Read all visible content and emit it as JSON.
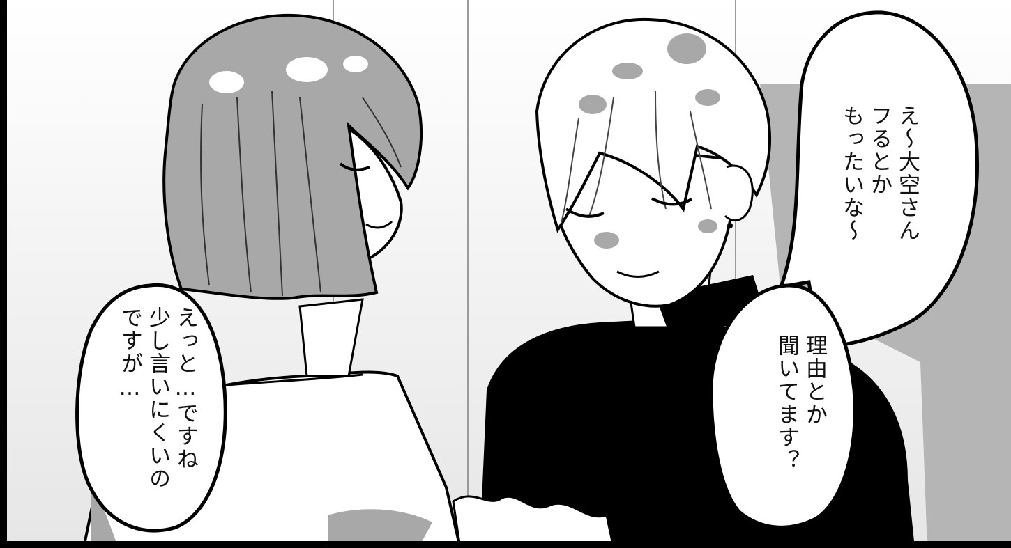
{
  "speech": {
    "right_top": [
      "え～大空さん",
      "フるとか",
      "もったいな～"
    ],
    "right_mid": [
      "理由とか",
      "聞いてます？"
    ],
    "left": [
      "えっと…ですね",
      "少し言いにくいの",
      "ですが…"
    ]
  },
  "colors": {
    "ink": "#000000",
    "screentone": "#a8a8a8",
    "paper": "#ffffff"
  }
}
